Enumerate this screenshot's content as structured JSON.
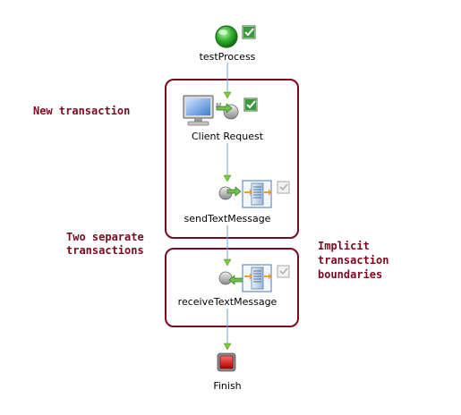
{
  "nodes": {
    "start": {
      "label": "testProcess"
    },
    "client_request": {
      "label": "Client Request"
    },
    "send": {
      "label": "sendTextMessage"
    },
    "receive": {
      "label": "receiveTextMessage"
    },
    "finish": {
      "label": "Finish"
    }
  },
  "annotations": {
    "new_transaction": "New transaction",
    "two_separate_line1": "Two separate",
    "two_separate_line2": "transactions",
    "implicit_line1": "Implicit",
    "implicit_line2": "transaction",
    "implicit_line3": "boundaries"
  },
  "colors": {
    "boundary": "#7a0a1e",
    "annotation_text": "#7a0a1e",
    "connector": "#6aa6de",
    "start_fill": "#2fb02f",
    "finish_fill": "#d91c1c",
    "check_green": "#3a9a3a"
  },
  "icons": [
    "start-event-icon",
    "monitor-icon",
    "receive-arrow-icon",
    "invoke-icon",
    "checkbox-icon",
    "end-event-icon"
  ]
}
